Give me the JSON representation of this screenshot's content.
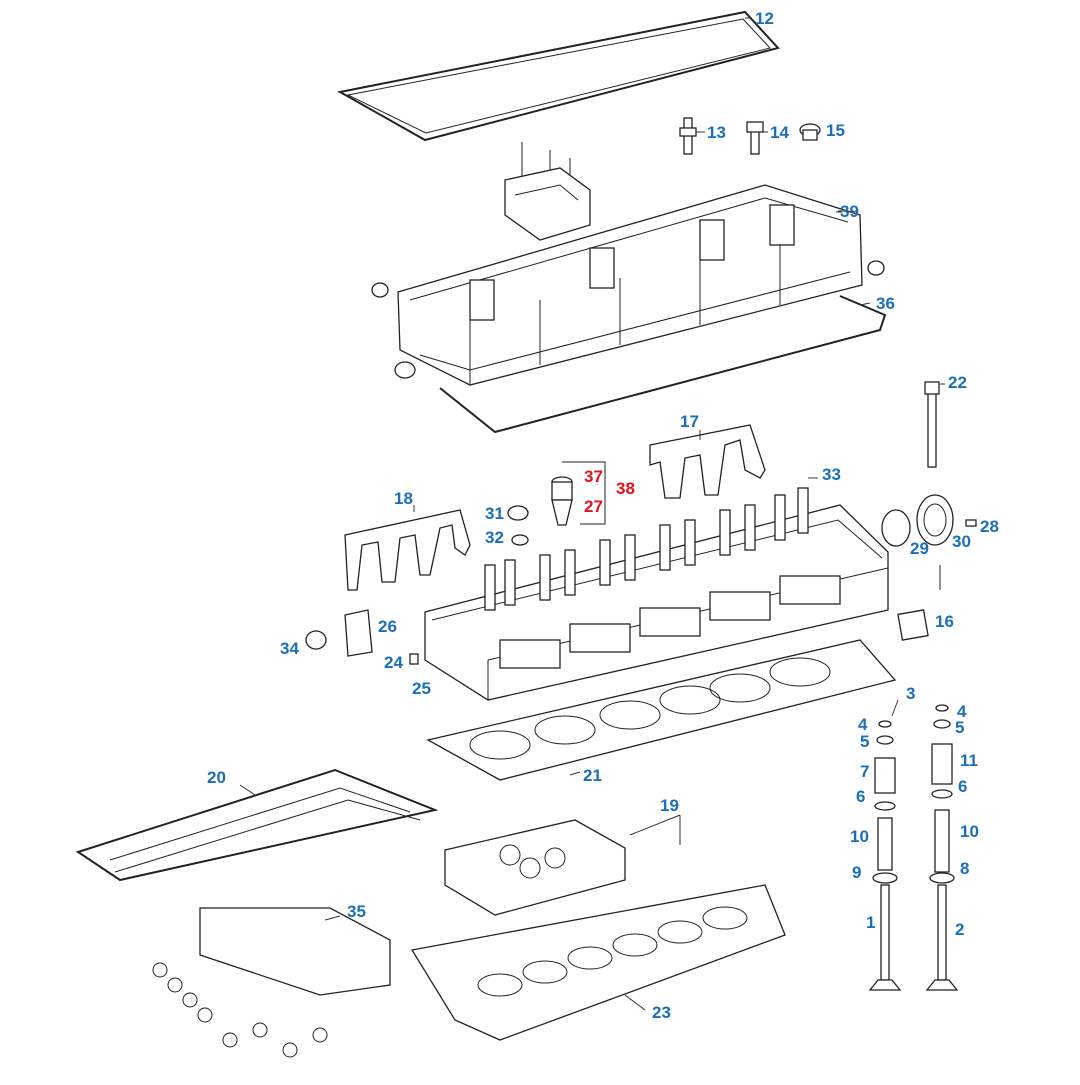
{
  "diagram": {
    "label_color": "#1a6fb8",
    "highlight_color": "#e8101c",
    "callouts": [
      {
        "id": "12",
        "text": "12",
        "highlight": false
      },
      {
        "id": "13",
        "text": "13",
        "highlight": false
      },
      {
        "id": "14",
        "text": "14",
        "highlight": false
      },
      {
        "id": "15",
        "text": "15",
        "highlight": false
      },
      {
        "id": "39",
        "text": "39",
        "highlight": false
      },
      {
        "id": "36",
        "text": "36",
        "highlight": false
      },
      {
        "id": "22",
        "text": "22",
        "highlight": false
      },
      {
        "id": "17",
        "text": "17",
        "highlight": false
      },
      {
        "id": "37",
        "text": "37",
        "highlight": true
      },
      {
        "id": "38",
        "text": "38",
        "highlight": true
      },
      {
        "id": "27",
        "text": "27",
        "highlight": true
      },
      {
        "id": "33",
        "text": "33",
        "highlight": false
      },
      {
        "id": "18",
        "text": "18",
        "highlight": false
      },
      {
        "id": "31",
        "text": "31",
        "highlight": false
      },
      {
        "id": "32",
        "text": "32",
        "highlight": false
      },
      {
        "id": "28",
        "text": "28",
        "highlight": false
      },
      {
        "id": "29",
        "text": "29",
        "highlight": false
      },
      {
        "id": "30",
        "text": "30",
        "highlight": false
      },
      {
        "id": "16",
        "text": "16",
        "highlight": false
      },
      {
        "id": "26",
        "text": "26",
        "highlight": false
      },
      {
        "id": "34",
        "text": "34",
        "highlight": false
      },
      {
        "id": "24",
        "text": "24",
        "highlight": false
      },
      {
        "id": "25",
        "text": "25",
        "highlight": false
      },
      {
        "id": "3",
        "text": "3",
        "highlight": false
      },
      {
        "id": "4a",
        "text": "4",
        "highlight": false
      },
      {
        "id": "4b",
        "text": "4",
        "highlight": false
      },
      {
        "id": "5a",
        "text": "5",
        "highlight": false
      },
      {
        "id": "5b",
        "text": "5",
        "highlight": false
      },
      {
        "id": "7",
        "text": "7",
        "highlight": false
      },
      {
        "id": "11",
        "text": "11",
        "highlight": false
      },
      {
        "id": "6a",
        "text": "6",
        "highlight": false
      },
      {
        "id": "6b",
        "text": "6",
        "highlight": false
      },
      {
        "id": "10a",
        "text": "10",
        "highlight": false
      },
      {
        "id": "10b",
        "text": "10",
        "highlight": false
      },
      {
        "id": "9",
        "text": "9",
        "highlight": false
      },
      {
        "id": "8",
        "text": "8",
        "highlight": false
      },
      {
        "id": "1",
        "text": "1",
        "highlight": false
      },
      {
        "id": "2",
        "text": "2",
        "highlight": false
      },
      {
        "id": "20",
        "text": "20",
        "highlight": false
      },
      {
        "id": "21",
        "text": "21",
        "highlight": false
      },
      {
        "id": "19",
        "text": "19",
        "highlight": false
      },
      {
        "id": "35",
        "text": "35",
        "highlight": false
      },
      {
        "id": "23",
        "text": "23",
        "highlight": false
      }
    ]
  }
}
